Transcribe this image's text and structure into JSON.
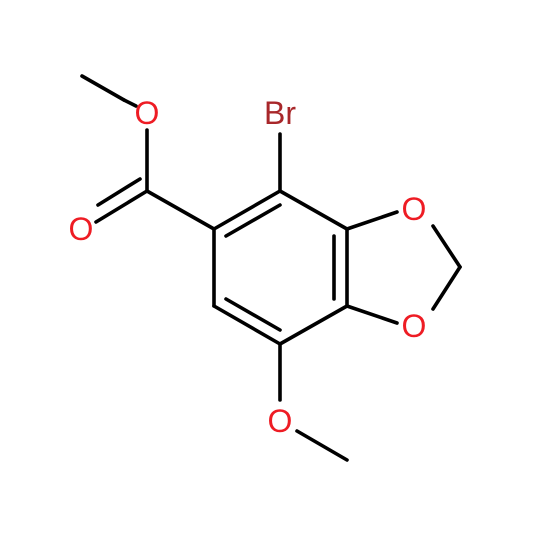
{
  "molecule": {
    "atoms": [
      {
        "label": "O",
        "element": "O"
      },
      {
        "label": "O",
        "element": "O"
      },
      {
        "label": "Br",
        "element": "Br"
      },
      {
        "label": "O",
        "element": "O"
      },
      {
        "label": "O",
        "element": "O"
      },
      {
        "label": "O",
        "element": "O"
      }
    ]
  },
  "colors": {
    "bond": "#000000",
    "oxygen": "#ee1c24",
    "bromine": "#a8272a"
  }
}
